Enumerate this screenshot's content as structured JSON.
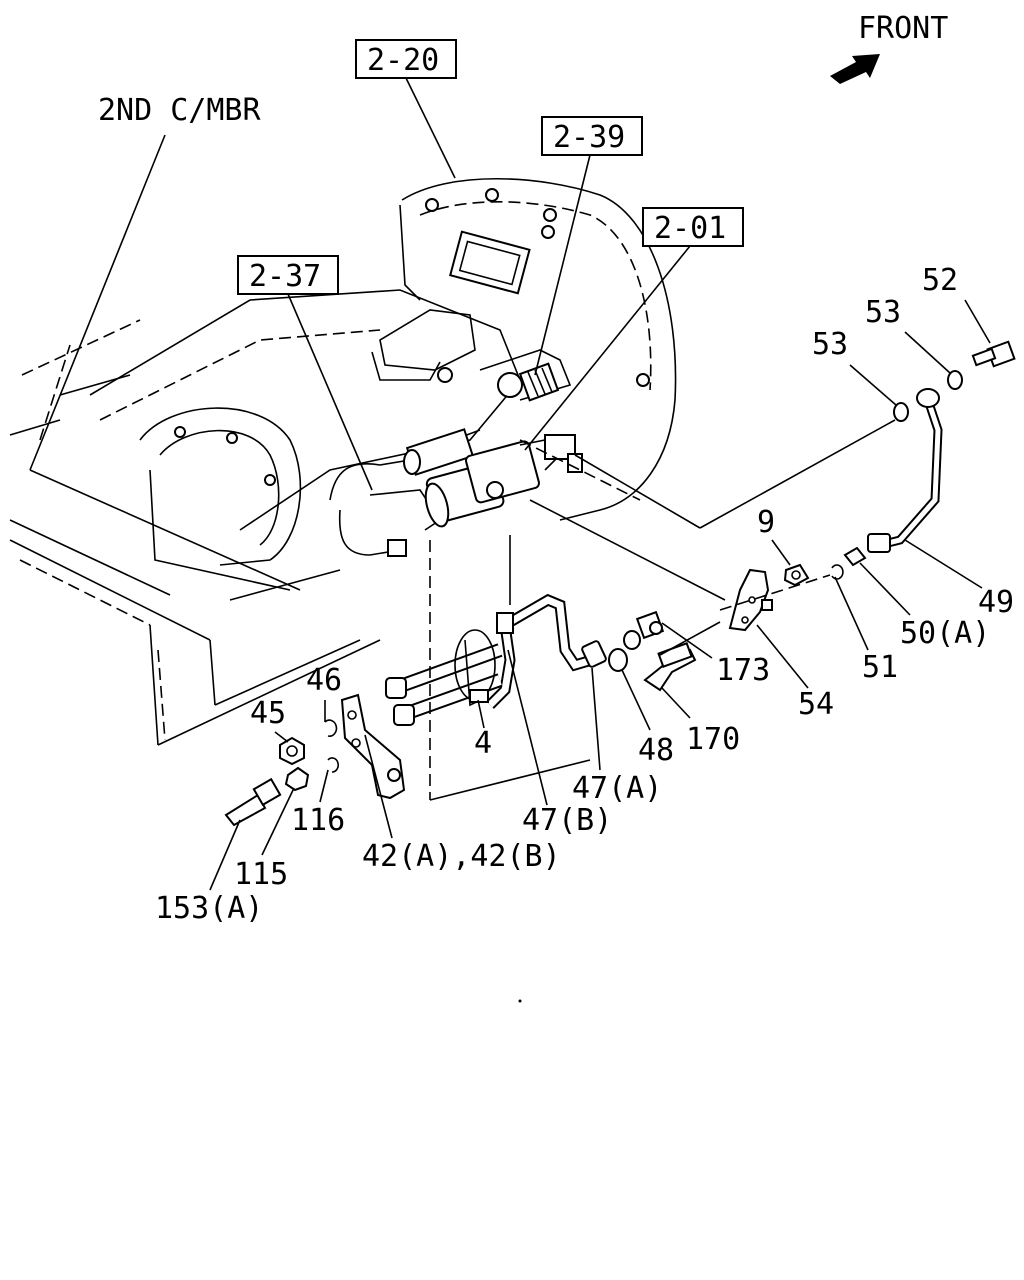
{
  "front_label": "FRONT",
  "member_label": "2ND C/MBR",
  "ref_boxes": {
    "r2_20": "2-20",
    "r2_39": "2-39",
    "r2_01": "2-01",
    "r2_37": "2-37"
  },
  "parts": {
    "p52": "52",
    "p53a": "53",
    "p53b": "53",
    "p9": "9",
    "p49": "49",
    "p50a": "50(A)",
    "p51": "51",
    "p173": "173",
    "p54": "54",
    "p170": "170",
    "p48": "48",
    "p47a": "47(A)",
    "p47b": "47(B)",
    "p4": "4",
    "p46": "46",
    "p45": "45",
    "p116": "116",
    "p115": "115",
    "p42": "42(A),42(B)",
    "p153a": "153(A)"
  }
}
